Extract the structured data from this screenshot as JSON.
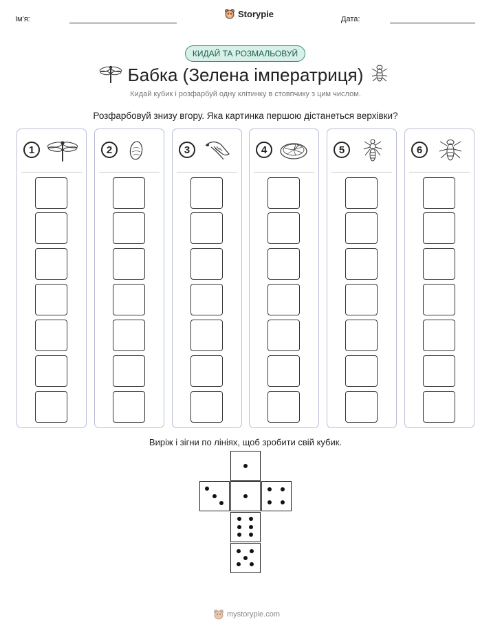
{
  "header": {
    "name_label": "Ім'я:",
    "date_label": "Дата:",
    "logo_text": "Storypie"
  },
  "badge": "КИДАЙ ТА РОЗМАЛЬОВУЙ",
  "title": "Бабка (Зелена імператриця)",
  "subtitle": "Кидай кубик і розфарбуй одну клітинку в стовпчику з цим числом.",
  "instruction": "Розфарбовуй знизу вгору. Яка картинка першою дістанеться верхівки?",
  "columns": [
    {
      "number": "1",
      "icon": "dragonfly-icon"
    },
    {
      "number": "2",
      "icon": "egg-icon"
    },
    {
      "number": "3",
      "icon": "nymph-jaw-icon"
    },
    {
      "number": "4",
      "icon": "lily-pad-icon"
    },
    {
      "number": "5",
      "icon": "larva-icon"
    },
    {
      "number": "6",
      "icon": "emerging-dragonfly-icon"
    }
  ],
  "cells_per_column": 7,
  "cut_instruction": "Виріж і зігни по лініях, щоб зробити свій кубик.",
  "dice_faces": [
    1,
    3,
    1,
    4,
    6,
    5
  ],
  "footer": "mystorypie.com"
}
